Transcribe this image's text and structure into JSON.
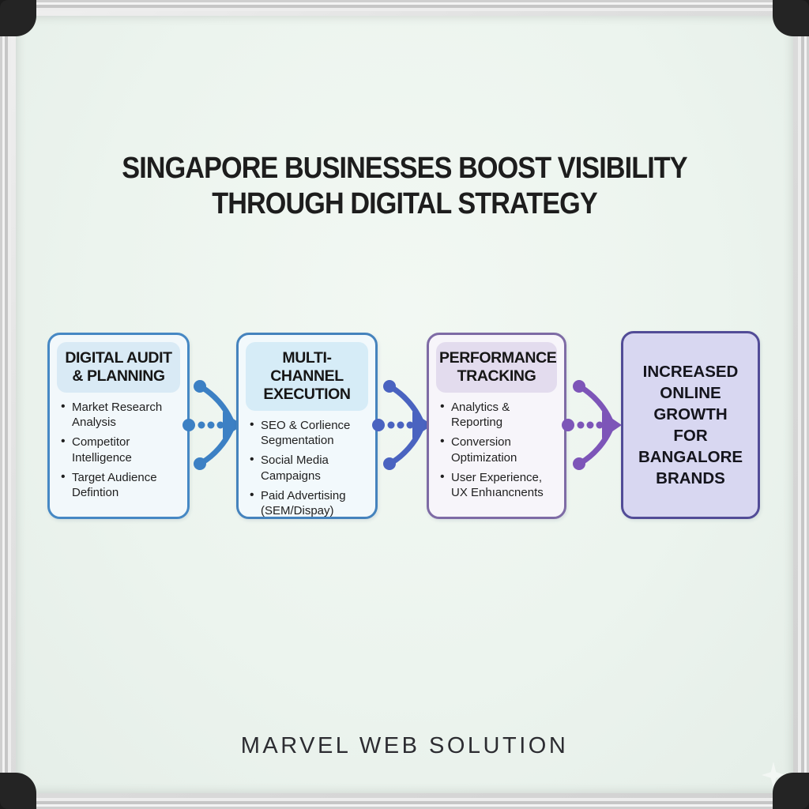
{
  "title": "SINGAPORE BUSINESSES BOOST VISIBILITY THROUGH DIGITAL STRATEGY",
  "cards": [
    {
      "title": "DIGITAL AUDIT & PLANNING",
      "items": [
        "Market Research Analysis",
        "Competitor Intelligence",
        "Target Audience Defintion"
      ],
      "border_color": "#4688c4",
      "header_bg": "#d9eaf5",
      "body_bg": "#f2f8fb"
    },
    {
      "title": "MULTI-CHANNEL EXECUTION",
      "items": [
        "SEO & Corlience Segmentation",
        "Social Media Campaigns",
        "Paid Advertising (SEM/Dispay)"
      ],
      "border_color": "#4583bd",
      "header_bg": "#d6ecf7",
      "body_bg": "#f2f9fc"
    },
    {
      "title": "PERFORMANCE TRACKING",
      "items": [
        "Analytics & Reporting",
        "Conversion Optimization",
        "User Experience, UX Enhıancnents"
      ],
      "border_color": "#7e6ba5",
      "header_bg": "#e3dcee",
      "body_bg": "#f7f5fa"
    }
  ],
  "result_card": {
    "text": "INCREASED ONLINE GROWTH FOR BANGALORE BRANDS",
    "border_color": "#524c97",
    "bg": "#d8d7f1"
  },
  "connectors": [
    {
      "color": "#3c80c4"
    },
    {
      "color": "#4a63c0"
    },
    {
      "color": "#7d55b8"
    }
  ],
  "footer": {
    "brand": "MARVEL WEB SOLUTION"
  }
}
